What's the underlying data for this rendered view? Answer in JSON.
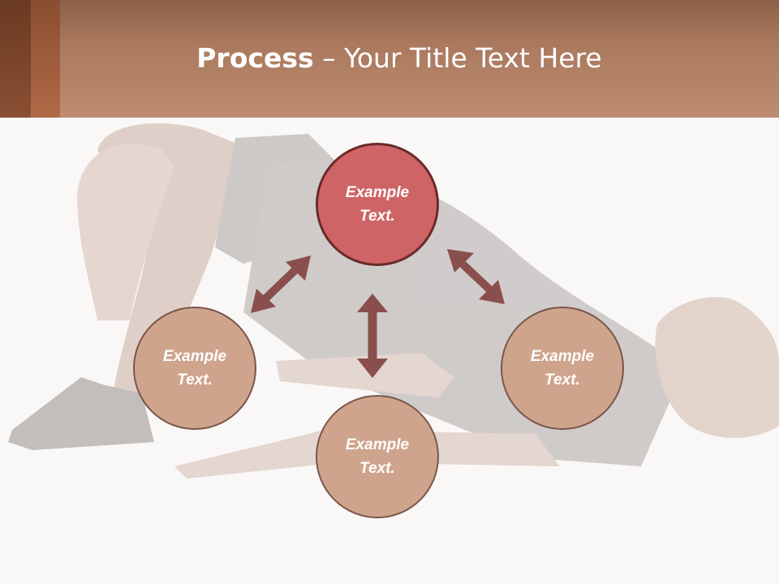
{
  "title": {
    "bold": "Process",
    "rest": " – Your Title Text Here"
  },
  "nodes": {
    "center": "Example Text.",
    "left": "Example Text.",
    "right": "Example Text.",
    "bottom": "Example Text."
  },
  "colors": {
    "header": "#bd8c71",
    "center_fill": "#cf6466",
    "outer_fill": "#cfa48d",
    "arrow": "#8a4f4c"
  }
}
